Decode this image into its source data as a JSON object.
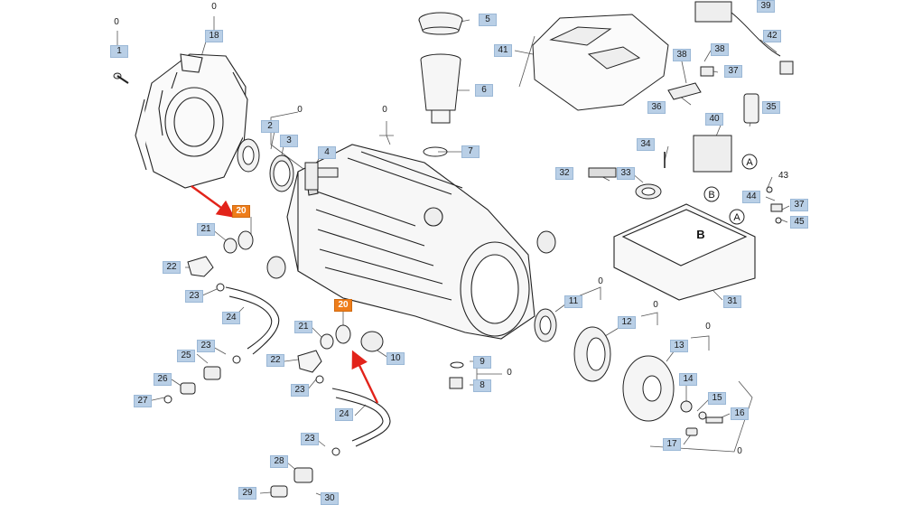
{
  "callouts": {
    "c0a": "0",
    "c18": "18",
    "c0b": "0",
    "c1": "1",
    "c5": "5",
    "c6": "6",
    "c41": "41",
    "c7": "7",
    "c0c": "0",
    "c2": "2",
    "c3": "3",
    "c4": "4",
    "c0d": "0",
    "c38a": "38",
    "c38b": "38",
    "c39": "39",
    "c42": "42",
    "c37a": "37",
    "c36": "36",
    "c35": "35",
    "c34": "34",
    "c40": "40",
    "c32": "32",
    "c33": "33",
    "c43": "43",
    "c44": "44",
    "c37b": "37",
    "c45": "45",
    "c20a": "20",
    "c21a": "21",
    "c22a": "22",
    "c23a": "23",
    "c24a": "24",
    "c0e": "0",
    "c11": "11",
    "c0f": "0",
    "c12": "12",
    "c0g": "0",
    "c13": "13",
    "c31": "31",
    "c20b": "20",
    "c21b": "21",
    "c22b": "22",
    "c23b": "23",
    "c10": "10",
    "c25": "25",
    "c23c": "23",
    "c26": "26",
    "c27": "27",
    "c9": "9",
    "c8": "8",
    "c0h": "0",
    "c14": "14",
    "c15": "15",
    "c16": "16",
    "c17": "17",
    "c0i": "0",
    "c24b": "24",
    "c23d": "23",
    "c28": "28",
    "c29": "29",
    "c30": "30"
  },
  "letters": {
    "a1": "A",
    "a2": "A",
    "b1": "B",
    "b2": "B"
  },
  "colors": {
    "label_bg": "#b9cfe6",
    "highlight": "#ee7d1a",
    "arrow": "#e2231a",
    "line": "#333333"
  }
}
